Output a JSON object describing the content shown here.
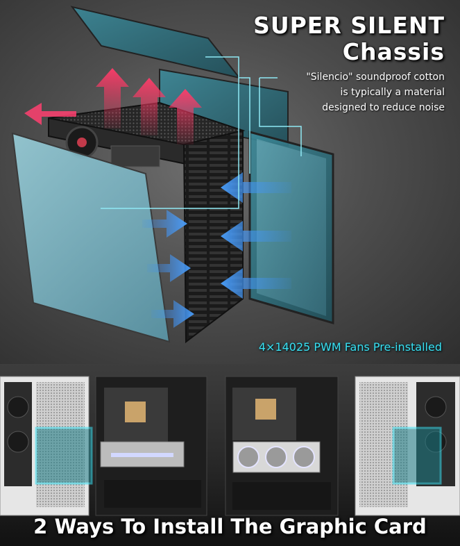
{
  "headline": {
    "line1": "SUPER SILENT",
    "line2": "Chassis"
  },
  "description": {
    "line1": "\"Silencio\" soundproof cotton",
    "line2": "is typically a material",
    "line3": "designed to reduce noise"
  },
  "fans_caption": "4×14025 PWM Fans Pre-installed",
  "footer_title": "2 Ways To Install The Graphic Card",
  "colors": {
    "accent_cyan": "#38e0f2",
    "airflow_red": "#e8345a",
    "airflow_blue": "#3b8cf0",
    "panel_glass": "#7ec8d8"
  }
}
